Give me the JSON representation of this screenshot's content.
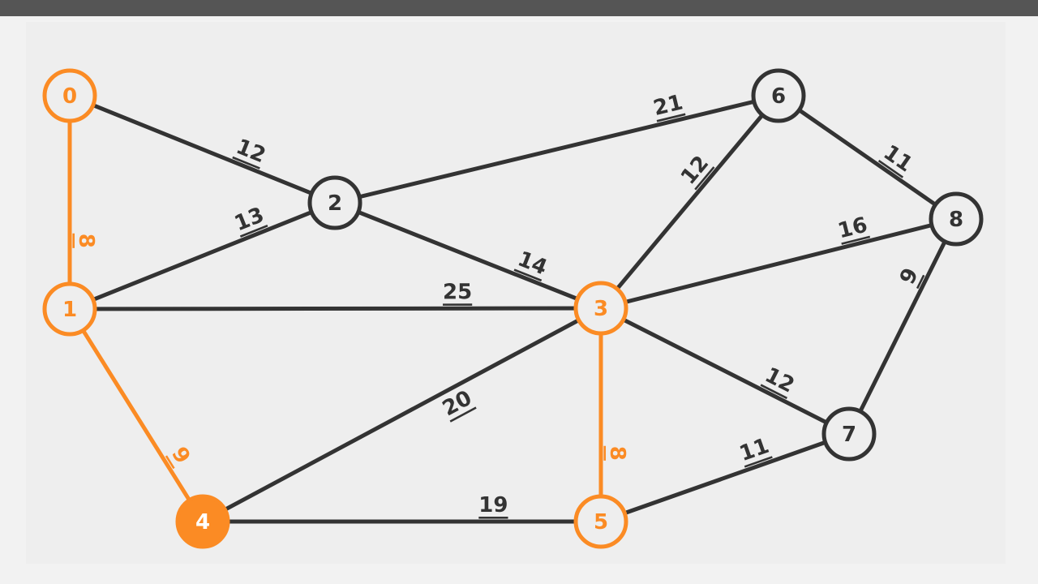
{
  "colors": {
    "edge_default": "#333333",
    "edge_highlight": "#fb8b24",
    "node_fill": "#eeeeee",
    "node_stroke_default": "#333333",
    "node_stroke_highlight": "#fb8b24",
    "node_filled": "#fb8b24",
    "node_filled_text": "#ffffff"
  },
  "nodes": [
    {
      "id": "0",
      "label": "0",
      "state": "highlight"
    },
    {
      "id": "1",
      "label": "1",
      "state": "highlight"
    },
    {
      "id": "2",
      "label": "2",
      "state": "default"
    },
    {
      "id": "3",
      "label": "3",
      "state": "highlight"
    },
    {
      "id": "4",
      "label": "4",
      "state": "filled"
    },
    {
      "id": "5",
      "label": "5",
      "state": "highlight"
    },
    {
      "id": "6",
      "label": "6",
      "state": "default"
    },
    {
      "id": "7",
      "label": "7",
      "state": "default"
    },
    {
      "id": "8",
      "label": "8",
      "state": "default"
    }
  ],
  "edges": [
    {
      "from": "0",
      "to": "2",
      "weight": "12",
      "state": "default"
    },
    {
      "from": "0",
      "to": "1",
      "weight": "8",
      "state": "highlight"
    },
    {
      "from": "1",
      "to": "2",
      "weight": "13",
      "state": "default"
    },
    {
      "from": "1",
      "to": "3",
      "weight": "25",
      "state": "default"
    },
    {
      "from": "1",
      "to": "4",
      "weight": "9",
      "state": "highlight"
    },
    {
      "from": "2",
      "to": "6",
      "weight": "21",
      "state": "default"
    },
    {
      "from": "2",
      "to": "3",
      "weight": "14",
      "state": "default"
    },
    {
      "from": "3",
      "to": "6",
      "weight": "12",
      "state": "default"
    },
    {
      "from": "3",
      "to": "8",
      "weight": "16",
      "state": "default"
    },
    {
      "from": "3",
      "to": "7",
      "weight": "12",
      "state": "default"
    },
    {
      "from": "3",
      "to": "4",
      "weight": "20",
      "state": "default"
    },
    {
      "from": "3",
      "to": "5",
      "weight": "8",
      "state": "highlight"
    },
    {
      "from": "4",
      "to": "5",
      "weight": "19",
      "state": "default"
    },
    {
      "from": "5",
      "to": "7",
      "weight": "11",
      "state": "default"
    },
    {
      "from": "6",
      "to": "8",
      "weight": "11",
      "state": "default"
    },
    {
      "from": "8",
      "to": "7",
      "weight": "9",
      "state": "default"
    }
  ]
}
